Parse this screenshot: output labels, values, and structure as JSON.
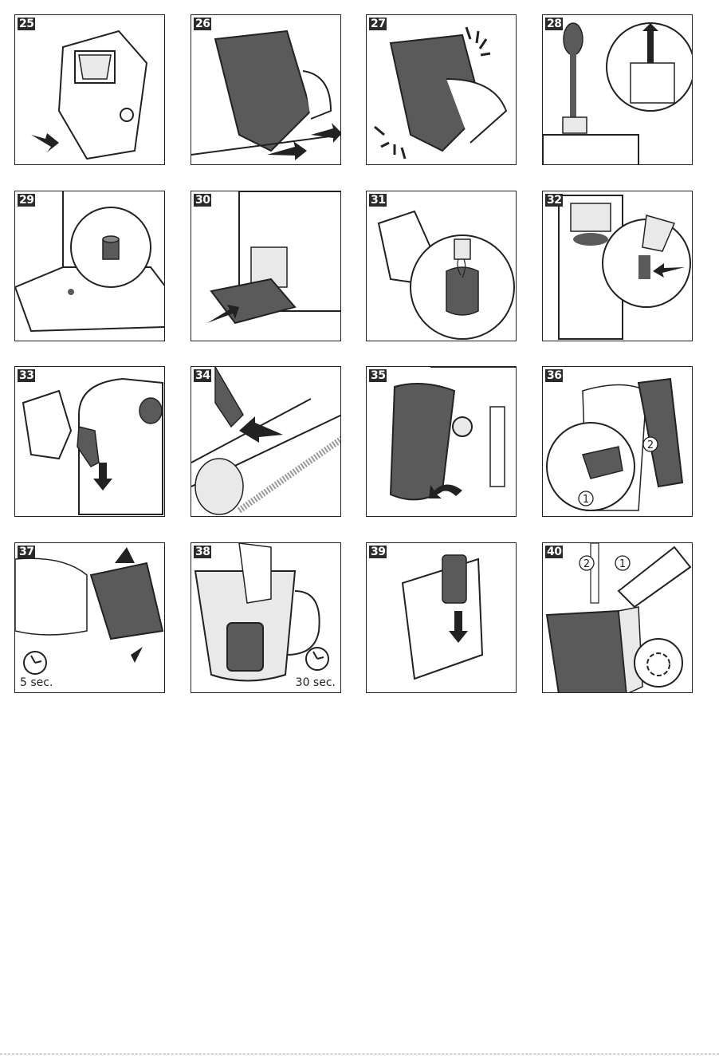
{
  "panels": [
    {
      "number": "25",
      "icon": "brew-group-rotated-icon"
    },
    {
      "number": "26",
      "icon": "insert-brew-group-icon"
    },
    {
      "number": "27",
      "icon": "brew-group-click-icon"
    },
    {
      "number": "28",
      "icon": "spoon-press-icon"
    },
    {
      "number": "29",
      "icon": "drip-tray-indicator-icon"
    },
    {
      "number": "30",
      "icon": "remove-drip-tray-icon"
    },
    {
      "number": "31",
      "icon": "rinse-brew-group-icon"
    },
    {
      "number": "32",
      "icon": "lubricate-shaft-icon"
    },
    {
      "number": "33",
      "icon": "apply-grease-icon"
    },
    {
      "number": "34",
      "icon": "grease-rails-icon"
    },
    {
      "number": "35",
      "icon": "remove-water-tank-icon"
    },
    {
      "number": "36",
      "icon": "remove-filter-icon",
      "callouts": [
        "1",
        "2"
      ]
    },
    {
      "number": "37",
      "icon": "shake-filter-icon",
      "caption": "5 sec."
    },
    {
      "number": "38",
      "icon": "immerse-filter-icon",
      "caption": "30 sec."
    },
    {
      "number": "39",
      "icon": "insert-filter-icon"
    },
    {
      "number": "40",
      "icon": "rinse-tank-icon",
      "callouts": [
        "2",
        "1"
      ]
    }
  ]
}
